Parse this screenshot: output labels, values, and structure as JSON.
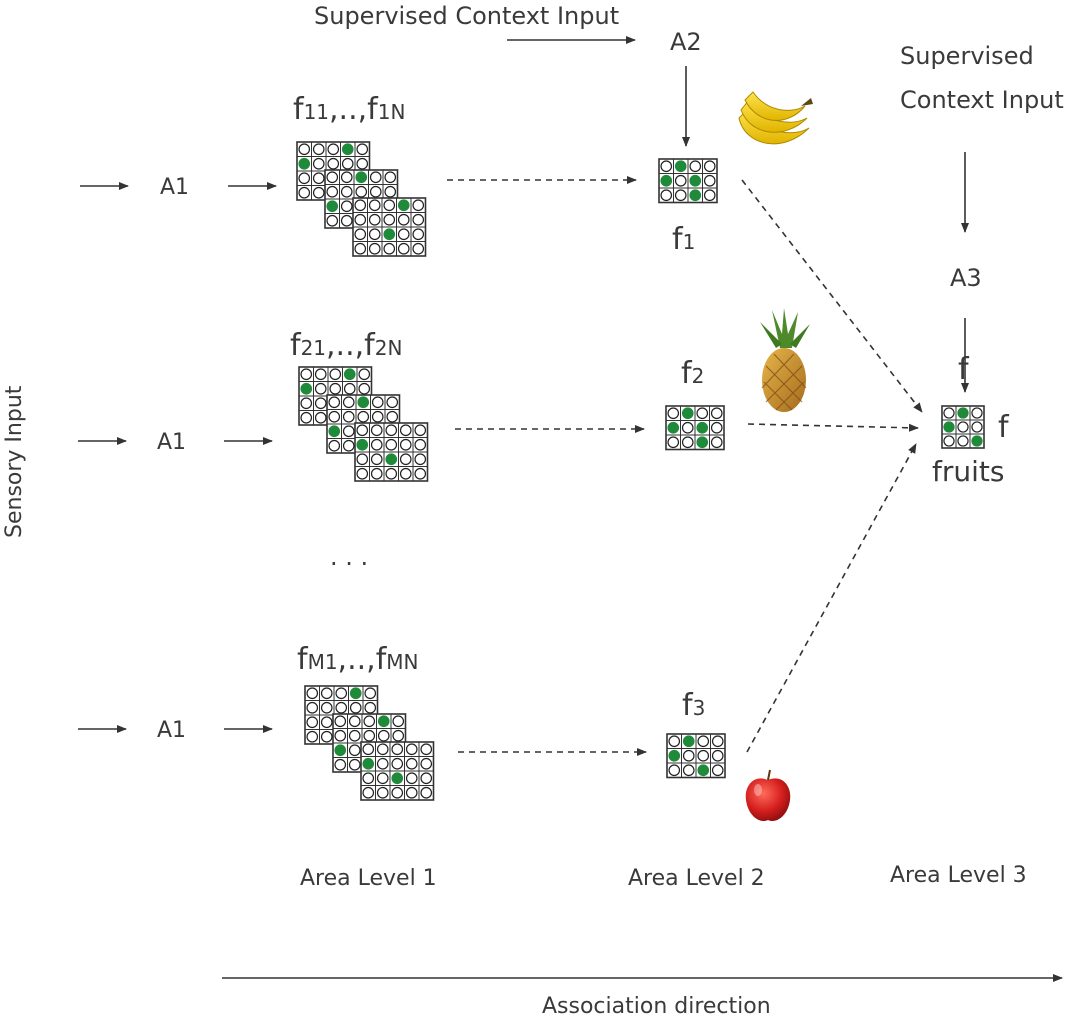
{
  "top_context_label": "Supervised Context Input",
  "a2_label": "A2",
  "right_context_label_line1": "Supervised",
  "right_context_label_line2": "Context Input",
  "a3_label": "A3",
  "sensory_input_label": "Sensory Input",
  "rows": [
    {
      "a1": "A1",
      "title_main_1": "f",
      "title_sub_1": "11",
      "title_mid": ",..,",
      "title_main_2": "f",
      "title_sub_2": "1N",
      "out_main": "f",
      "out_sub": "1",
      "fruit": "banana"
    },
    {
      "a1": "A1",
      "title_main_1": "f",
      "title_sub_1": "21",
      "title_mid": ",..,",
      "title_main_2": "f",
      "title_sub_2": "2N",
      "out_main": "f",
      "out_sub": "2",
      "fruit": "pineapple"
    },
    {
      "a1": "A1",
      "title_main_1": "f",
      "title_sub_1": "M1",
      "title_mid": ",..,",
      "title_main_2": "f",
      "title_sub_2": "MN",
      "out_main": "f",
      "out_sub": "3",
      "fruit": "apple"
    }
  ],
  "ellipsis": "· · ·",
  "level3_symbol": "f",
  "level3_symbol_right": "f",
  "level3_caption": "fruits",
  "area_level_1": "Area Level 1",
  "area_level_2": "Area Level 2",
  "area_level_3": "Area Level 3",
  "association_direction": "Association direction",
  "colors": {
    "active": "#1f8a3a",
    "grid": "#333333",
    "text": "#3a3a3a",
    "arrow": "#333333"
  }
}
